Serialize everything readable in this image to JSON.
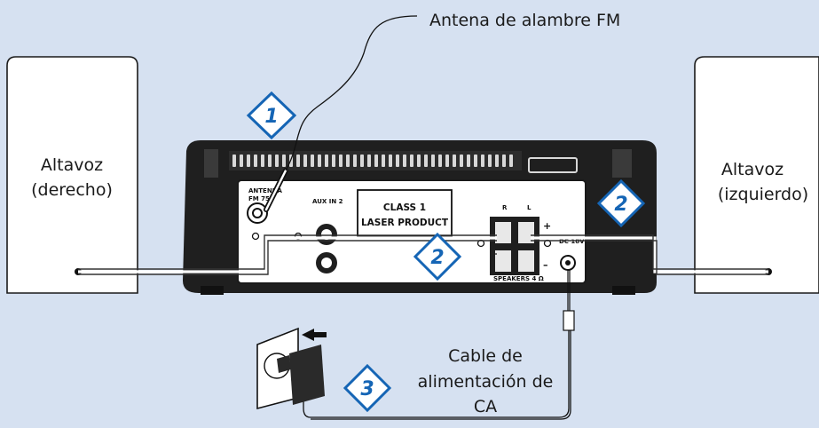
{
  "labels": {
    "antenna": "Antena de alambre FM",
    "speaker_right_line1": "Altavoz",
    "speaker_right_line2": "(derecho)",
    "speaker_left_line1": "Altavoz",
    "speaker_left_line2": "(izquierdo)",
    "power_line1": "Cable de",
    "power_line2": "alimentación de",
    "power_line3": "CA"
  },
  "steps": {
    "antenna_step": "1",
    "speaker_step_unit": "2",
    "speaker_step_right": "2",
    "power_step": "3"
  },
  "panel": {
    "laser_line1": "CLASS 1",
    "laser_line2": "LASER PRODUCT",
    "aux_label": "AUX IN 2",
    "antenna_jack_label1": "ANTENNA",
    "antenna_jack_label2": "FM 75",
    "channel_r": "R",
    "channel_l": "L",
    "plus": "+",
    "minus": "–",
    "dc_label": "DC 18V",
    "speakers_label": "SPEAKERS 4 Ω"
  },
  "colors": {
    "background": "#d6e1f1",
    "step_accent": "#1565b5",
    "unit_body": "#1f1f1f"
  }
}
